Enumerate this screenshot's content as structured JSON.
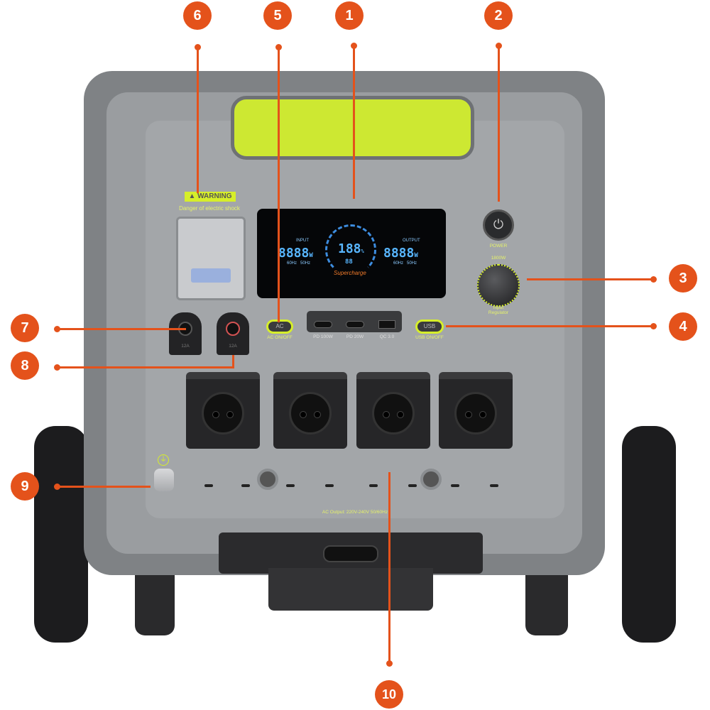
{
  "callouts": [
    "1",
    "2",
    "3",
    "4",
    "5",
    "6",
    "7",
    "8",
    "9",
    "10"
  ],
  "warning": {
    "title": "WARNING",
    "subtitle": "Danger of electric shock"
  },
  "display": {
    "input_label": "INPUT",
    "input_value": "8888",
    "input_unit": "W",
    "input_freq": [
      "60Hz",
      "50Hz"
    ],
    "battery": "188",
    "battery_unit": "%",
    "time": "88",
    "output_label": "OUTPUT",
    "output_value": "8888",
    "output_unit": "W",
    "output_freq": [
      "60Hz",
      "50Hz"
    ],
    "mode": "Supercharge"
  },
  "buttons": {
    "ac": "AC",
    "ac_label": "AC ON/OFF",
    "usb": "USB",
    "usb_label": "USB ON/OFF",
    "power_label": "POWER"
  },
  "ports": [
    "PD 100W",
    "PD 20W",
    "QC 3.0"
  ],
  "regulator": {
    "top": "1800W",
    "label": "Input Regulator"
  },
  "connectors": [
    "12A",
    "12A"
  ],
  "ac_output": "AC Output: 220V-240V 50/60Hz",
  "colors": {
    "accent": "#e4521b",
    "lime": "#cde832",
    "body": "#9a9da0"
  }
}
